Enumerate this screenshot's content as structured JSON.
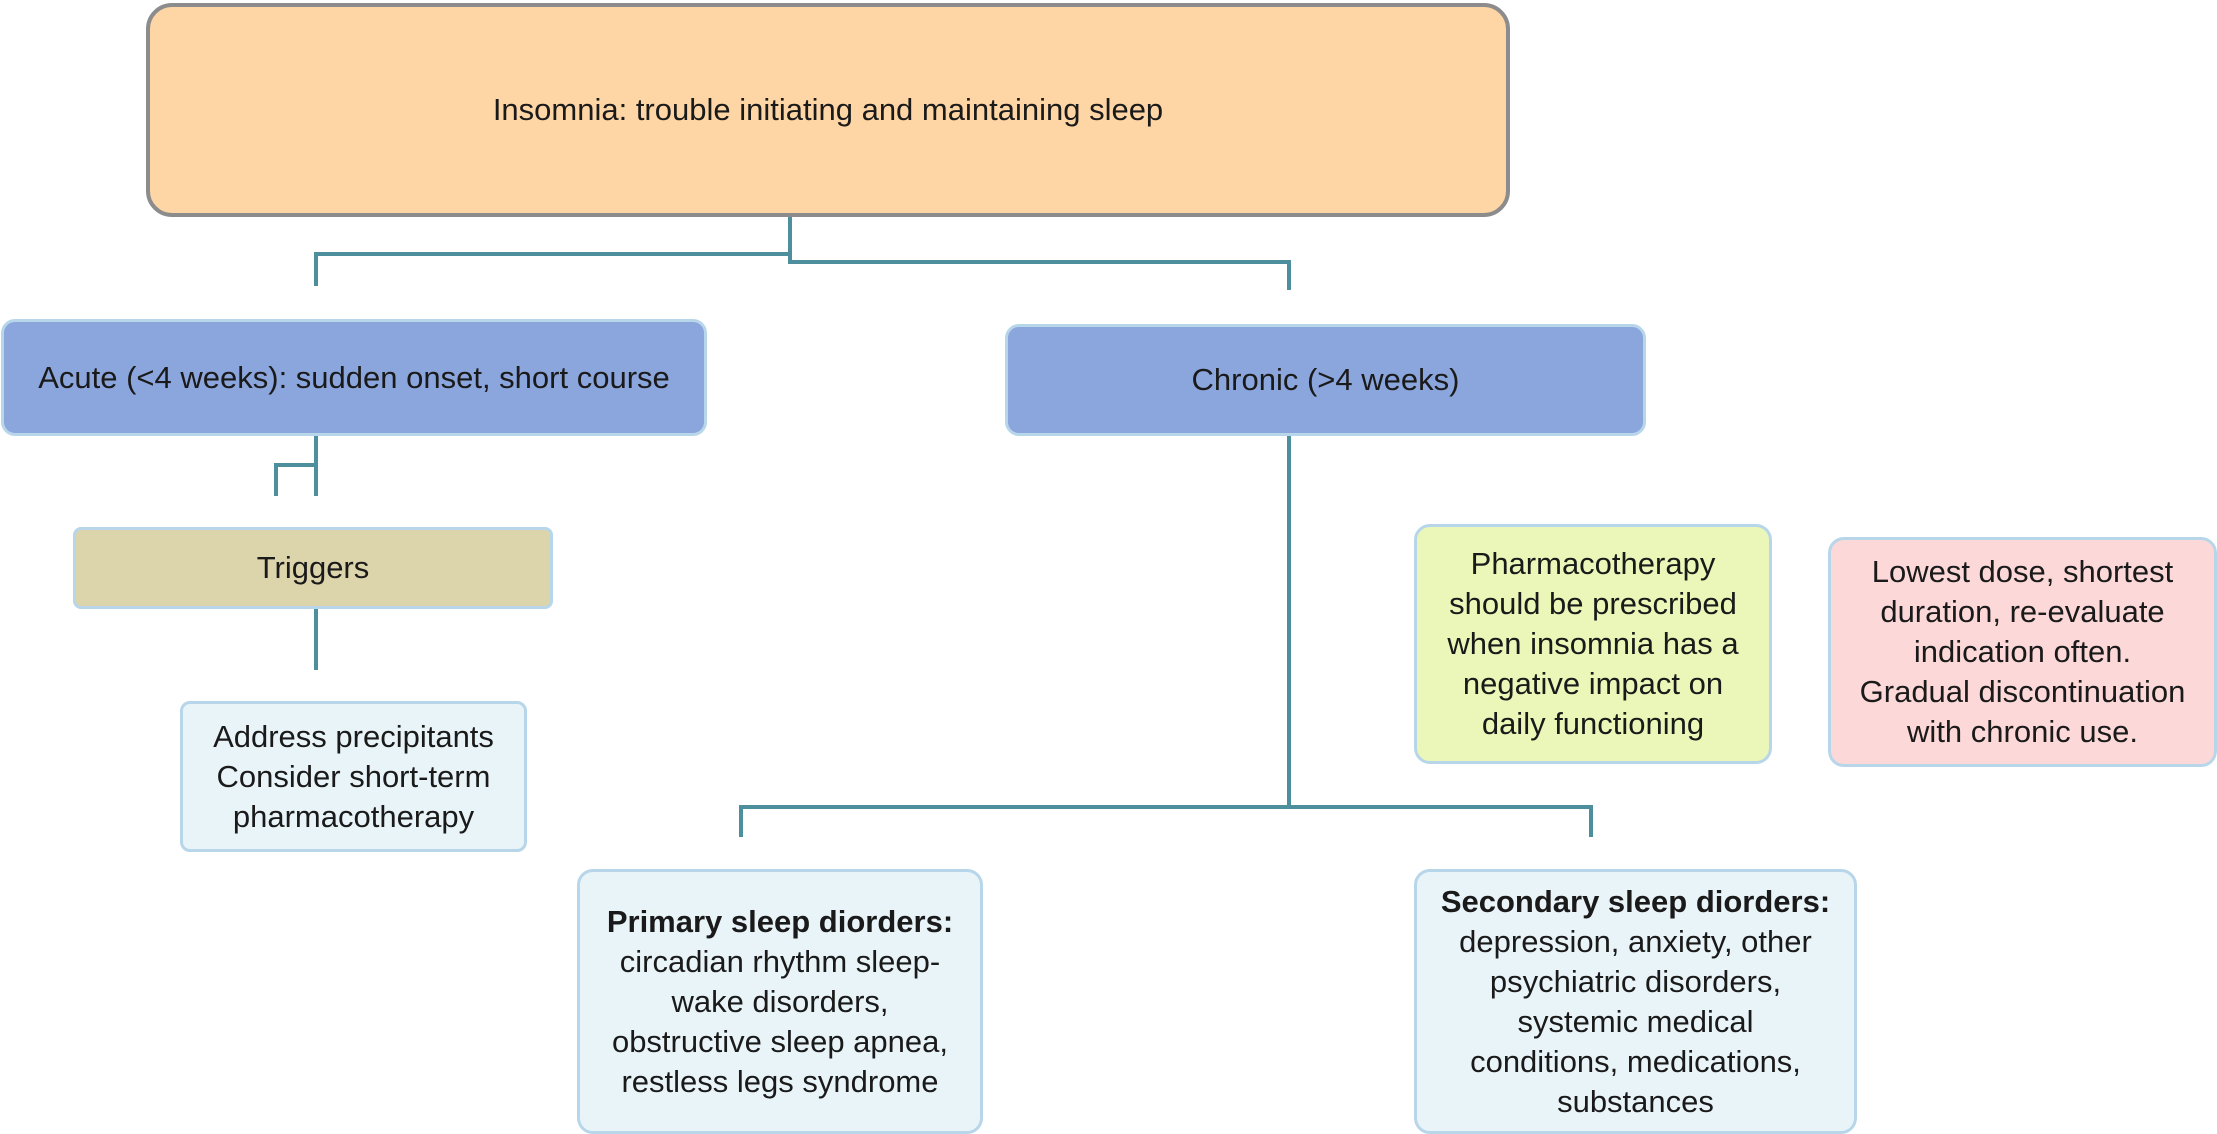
{
  "diagram": {
    "root": {
      "text": "Insomnia: trouble initiating and maintaining sleep"
    },
    "acute": {
      "text": "Acute (<4 weeks): sudden onset, short course"
    },
    "chronic": {
      "text": "Chronic (>4 weeks)"
    },
    "triggers": {
      "text": "Triggers"
    },
    "address": {
      "lines": [
        "Address precipitants",
        "Consider short-term",
        "pharmacotherapy"
      ]
    },
    "pharmacotherapy": {
      "lines": [
        "Pharmacotherapy",
        "should be prescribed",
        "when insomnia has a",
        "negative impact on",
        "daily functioning"
      ]
    },
    "lowest_dose": {
      "lines": [
        "Lowest dose, shortest",
        "duration, re-evaluate",
        "indication often.",
        "Gradual discontinuation",
        "with chronic use."
      ]
    },
    "primary": {
      "heading": "Primary sleep diorders:",
      "lines": [
        "circadian rhythm sleep-",
        "wake disorders,",
        "obstructive sleep apnea,",
        "restless legs syndrome"
      ]
    },
    "secondary": {
      "heading": "Secondary sleep diorders:",
      "lines": [
        "depression, anxiety, other",
        "psychiatric disorders,",
        "systemic medical",
        "conditions, medications,",
        "substances"
      ]
    },
    "colors": {
      "connector": "#4d8f9c",
      "root_fill": "#fed5a5",
      "branch_fill": "#8ba5dd",
      "triggers_fill": "#dcd4ab",
      "info_fill": "#e9f4f9",
      "pharma_fill": "#ebf7b8",
      "caution_fill": "#fcd8d8"
    }
  }
}
